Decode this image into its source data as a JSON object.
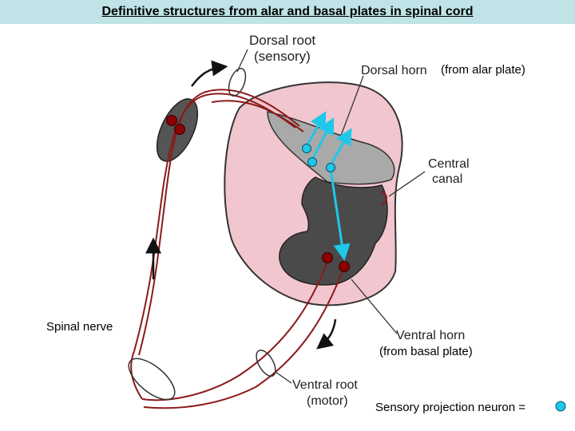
{
  "title": "Definitive structures from alar and basal plates in spinal cord",
  "labels": {
    "dorsal_root": "Dorsal root",
    "dorsal_root_sub": "(sensory)",
    "dorsal_horn": "Dorsal horn",
    "from_alar": "(from alar plate)",
    "central_canal_1": "Central",
    "central_canal_2": "canal",
    "spinal_nerve": "Spinal nerve",
    "ventral_horn": "Ventral horn",
    "from_basal": "(from basal plate)",
    "ventral_root": "Ventral root",
    "ventral_root_sub": "(motor)",
    "legend_text": "Sensory projection neuron ="
  },
  "colors": {
    "title_bg": "#bfe3e6",
    "cord_white_matter": "#f2c6ce",
    "dorsal_horn": "#a9a9a9",
    "ventral_horn": "#4a4a4a",
    "nerve": "#8b1a1a",
    "neuron_body": "#8b0000",
    "sensory_neuron": "#1ec8ea"
  },
  "icons": {
    "sensory_neuron": "cyan-circle-icon",
    "motor_neuron": "dark-red-circle-icon"
  }
}
